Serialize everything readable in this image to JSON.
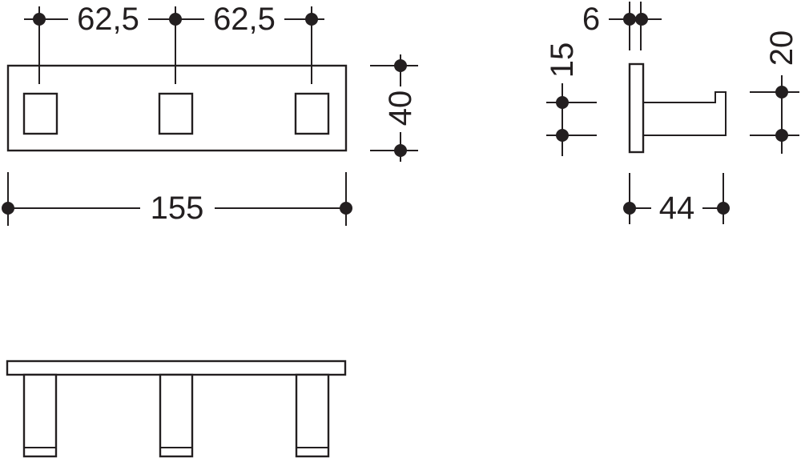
{
  "dimensions": {
    "hook_spacing_1": "62,5",
    "hook_spacing_2": "62,5",
    "height": "40",
    "length": "155",
    "plate_thickness": "6",
    "hook_offset": "15",
    "hook_height": "20",
    "depth": "44"
  },
  "colors": {
    "line": "#231f20",
    "background": "#ffffff"
  }
}
